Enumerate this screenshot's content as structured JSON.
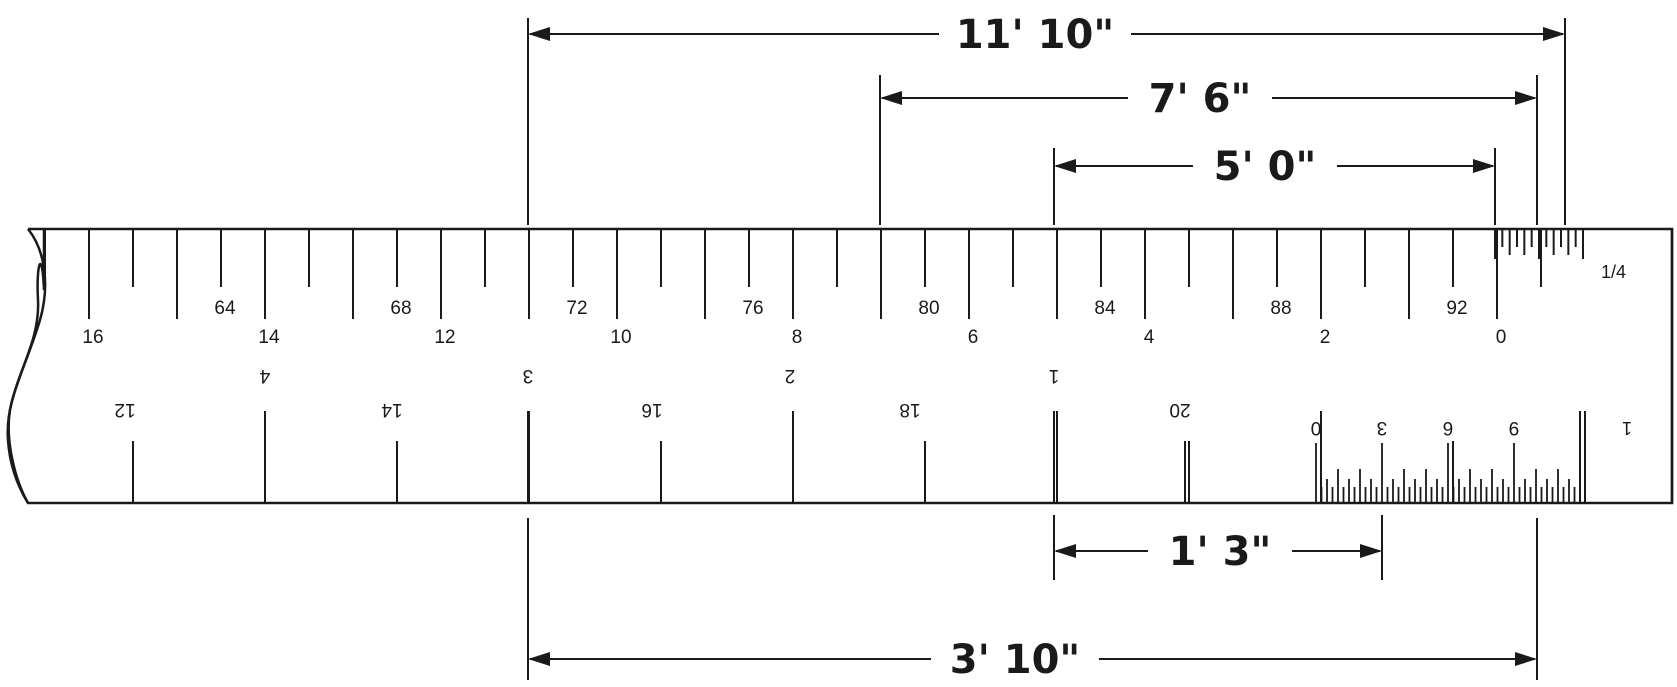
{
  "diagram": {
    "dimensions": [
      {
        "id": "dim-11-10",
        "label": "11' 10\"",
        "from": 6,
        "to": 17.5,
        "pos": "above"
      },
      {
        "id": "dim-7-6",
        "label": "7' 6\"",
        "from": 10,
        "to": 17.5,
        "pos": "above"
      },
      {
        "id": "dim-5-0",
        "label": "5' 0\"",
        "from": 12,
        "to": 17,
        "pos": "above"
      },
      {
        "id": "dim-1-3",
        "label": "1' 3\"",
        "from": 12,
        "to": 15.75,
        "pos": "below"
      },
      {
        "id": "dim-3-10",
        "label": "3' 10\"",
        "from": 6,
        "to": 17.5,
        "pos": "below"
      }
    ],
    "top_scale": {
      "upper_labels": [
        {
          "text": "64",
          "at": 2
        },
        {
          "text": "68",
          "at": 4
        },
        {
          "text": "72",
          "at": 6
        },
        {
          "text": "76",
          "at": 8
        },
        {
          "text": "80",
          "at": 10
        },
        {
          "text": "84",
          "at": 12
        },
        {
          "text": "88",
          "at": 14
        },
        {
          "text": "92",
          "at": 16
        }
      ],
      "lower_labels": [
        {
          "text": "16",
          "at": 0
        },
        {
          "text": "14",
          "at": 2
        },
        {
          "text": "12",
          "at": 4
        },
        {
          "text": "10",
          "at": 6
        },
        {
          "text": "8",
          "at": 8
        },
        {
          "text": "6",
          "at": 10
        },
        {
          "text": "4",
          "at": 12
        },
        {
          "text": "2",
          "at": 14
        },
        {
          "text": "0",
          "at": 16
        }
      ],
      "scale_marker": "1/4"
    },
    "bottom_scale": {
      "labels": [
        {
          "text": "12",
          "at": 1
        },
        {
          "text": "4",
          "at": 2.5
        },
        {
          "text": "14",
          "at": 3.5
        },
        {
          "text": "3",
          "at": 5
        },
        {
          "text": "16",
          "at": 6.5
        },
        {
          "text": "2",
          "at": 7.5
        },
        {
          "text": "18",
          "at": 8.5
        },
        {
          "text": "1",
          "at": 10
        },
        {
          "text": "20",
          "at": 10.5
        }
      ],
      "sub_labels": [
        {
          "text": "0",
          "at": 0
        },
        {
          "text": "3",
          "at": 0.25
        },
        {
          "text": "6",
          "at": 0.5
        },
        {
          "text": "9",
          "at": 0.75
        }
      ],
      "scale_marker": "1"
    }
  }
}
